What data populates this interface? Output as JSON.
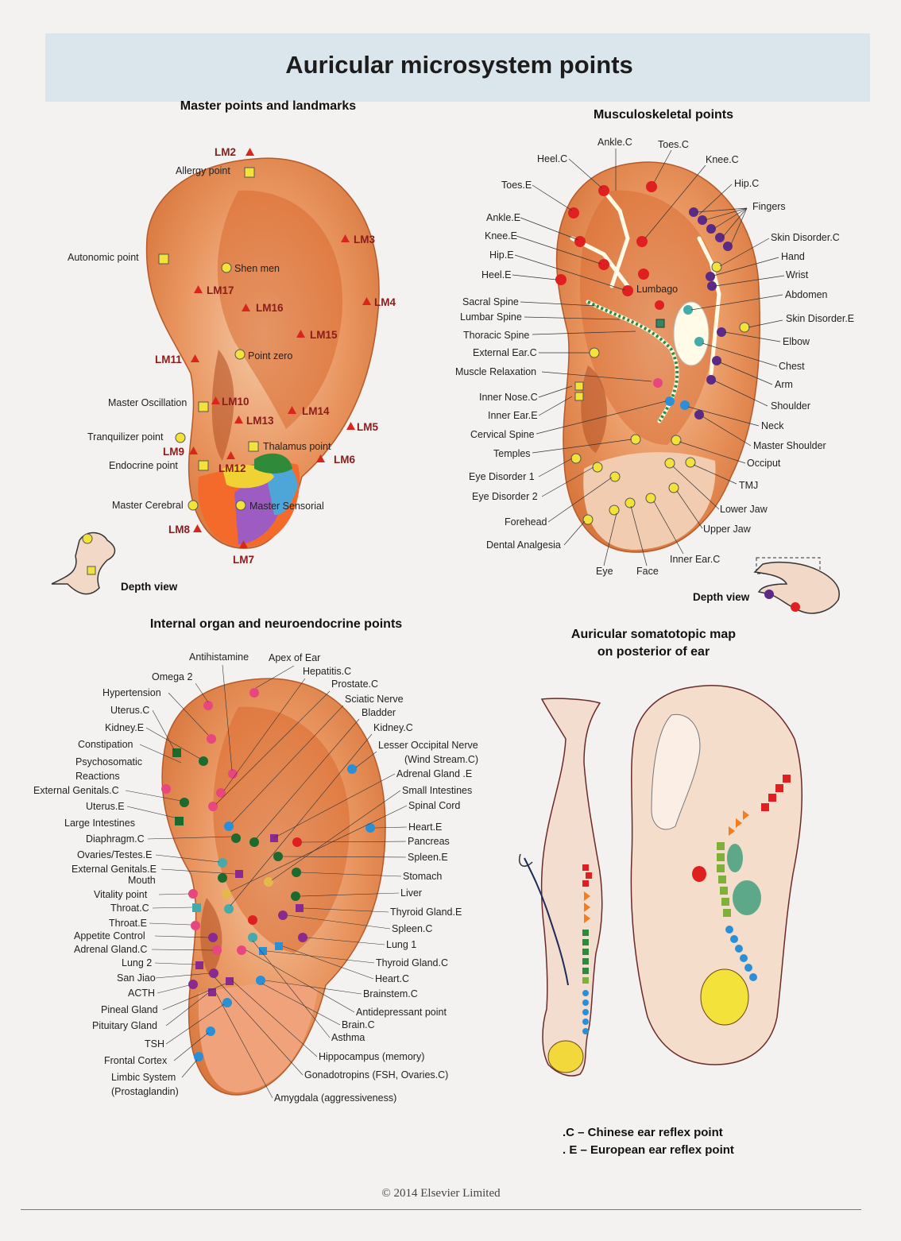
{
  "title": "Auricular microsystem points",
  "sections": {
    "master": "Master points and landmarks",
    "musculoskeletal": "Musculoskeletal points",
    "internal": "Internal organ and neuroendocrine points",
    "posterior_line1": "Auricular somatotopic map",
    "posterior_line2": "on posterior of ear"
  },
  "depth_view": "Depth view",
  "master_labels": [
    "Allergy point",
    "Autonomic point",
    "Shen men",
    "Point zero",
    "Master Oscillation",
    "Tranquilizer point",
    "Thalamus point",
    "Endocrine point",
    "Master Cerebral",
    "Master Sensorial"
  ],
  "landmarks": [
    "LM2",
    "LM3",
    "LM17",
    "LM16",
    "LM4",
    "LM15",
    "LM11",
    "LM10",
    "LM14",
    "LM13",
    "LM5",
    "LM9",
    "LM12",
    "LM6",
    "LM8",
    "LM7"
  ],
  "musc_left": [
    "Toes.E",
    "Ankle.E",
    "Knee.E",
    "Hip.E",
    "Heel.E",
    "Sacral Spine",
    "Lumbar Spine",
    "Thoracic Spine",
    "External Ear.C",
    "Muscle Relaxation",
    "Inner Nose.C",
    "Inner Ear.E",
    "Cervical Spine",
    "Temples",
    "Eye Disorder 1",
    "Eye Disorder 2",
    "Forehead",
    "Dental Analgesia"
  ],
  "musc_top": [
    "Heel.C",
    "Ankle.C",
    "Toes.C",
    "Knee.C",
    "Hip.C"
  ],
  "musc_right": [
    "Fingers",
    "Skin Disorder.C",
    "Hand",
    "Wrist",
    "Abdomen",
    "Skin Disorder.E",
    "Elbow",
    "Chest",
    "Arm",
    "Shoulder",
    "Neck",
    "Master Shoulder",
    "Occiput",
    "TMJ",
    "Lower Jaw",
    "Upper Jaw"
  ],
  "musc_bottom": [
    "Eye",
    "Face",
    "Inner Ear.C",
    "Lumbago"
  ],
  "int_left": [
    "Hypertension",
    "Uterus.C",
    "Kidney.E",
    "Constipation",
    "Psychosomatic",
    "Reactions",
    "External Genitals.C",
    "Uterus.E",
    "Large Intestines",
    "Diaphragm.C",
    "Ovaries/Testes.E",
    "External Genitals.E",
    "Mouth",
    "Vitality point",
    "Throat.C",
    "Throat.E",
    "Appetite Control",
    "Adrenal Gland.C",
    "Lung 2",
    "San Jiao",
    "ACTH",
    "Pineal Gland",
    "Pituitary Gland",
    "TSH",
    "Frontal Cortex",
    "Limbic System",
    "(Prostaglandin)"
  ],
  "int_top": [
    "Antihistamine",
    "Apex of Ear",
    "Omega 2",
    "Hepatitis.C",
    "Prostate.C",
    "Sciatic Nerve",
    "Bladder",
    "Kidney.C"
  ],
  "int_right": [
    "Lesser Occipital Nerve",
    "(Wind Stream.C)",
    "Adrenal Gland .E",
    "Small Intestines",
    "Spinal Cord",
    "Heart.E",
    "Pancreas",
    "Spleen.E",
    "Stomach",
    "Liver",
    "Thyroid Gland.E",
    "Spleen.C",
    "Lung 1",
    "Thyroid Gland.C",
    "Heart.C",
    "Brainstem.C",
    "Antidepressant point",
    "Brain.C",
    "Asthma",
    "Hippocampus (memory)",
    "Gonadotropins (FSH, Ovaries.C)",
    "Amygdala (aggressiveness)"
  ],
  "legend": [
    ".C – Chinese ear reflex point",
    ". E – European ear reflex point"
  ],
  "copyright": "© 2014 Elsevier Limited",
  "colors": {
    "ear_fill": "#e9955f",
    "ear_inner": "#d86a2f",
    "landmark": "#d8261c",
    "yellow_point": "#f2e23a",
    "red_point": "#e02020",
    "purple_point": "#5b2a86",
    "green_point": "#1d6a2e",
    "blue_point": "#2a8fd6",
    "pink_point": "#e8467f",
    "banner": "#dbe6ec"
  }
}
